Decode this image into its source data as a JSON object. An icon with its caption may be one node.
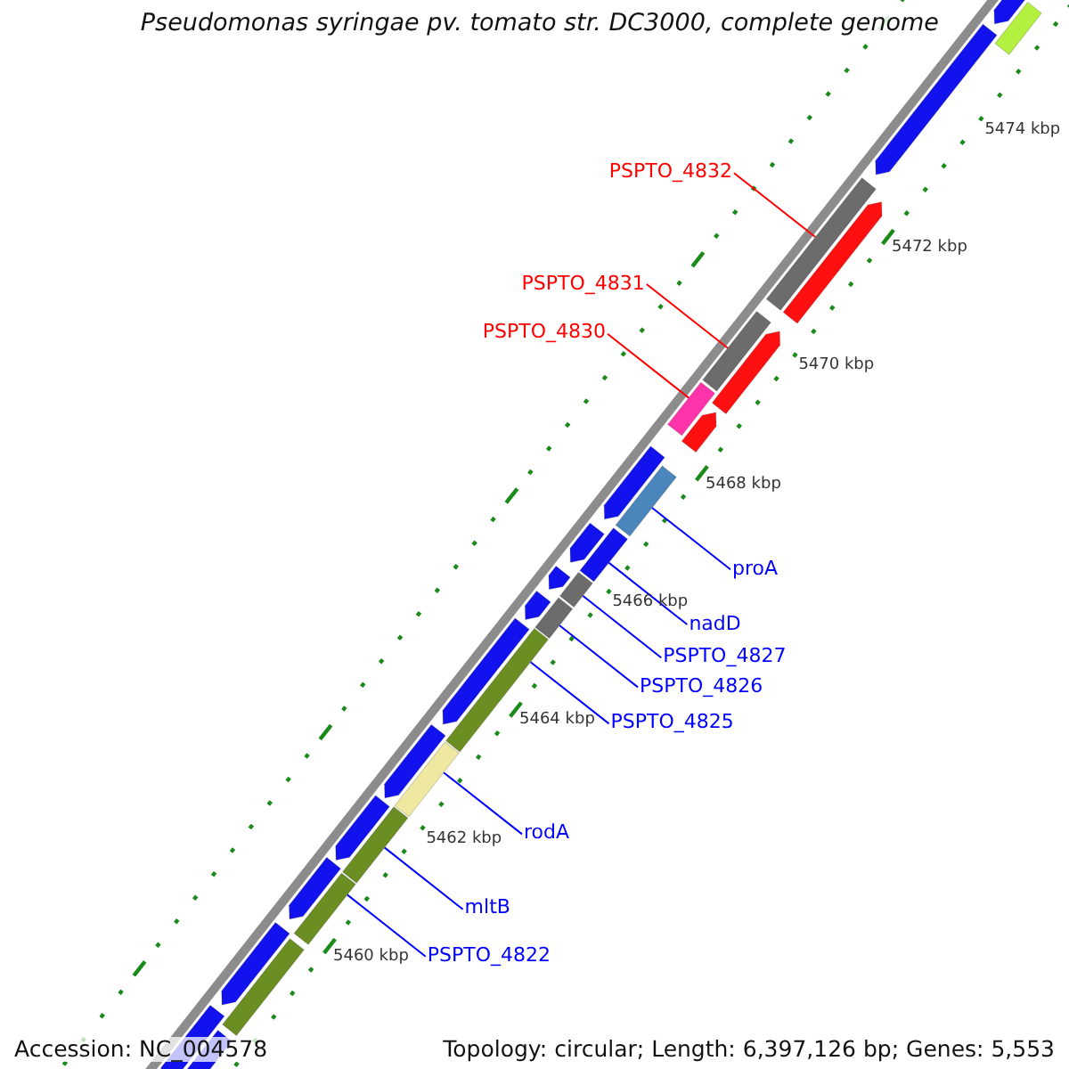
{
  "diagram": {
    "title": "Pseudomonas syringae pv. tomato str. DC3000, complete genome",
    "nodes": [
      {
        "text": [
          "PSPTO_4832"
        ]
      },
      {
        "text": [],
        "shape": "bar"
      },
      {
        "text": [
          "PSPTO_4831"
        ]
      },
      {
        "text": [],
        "shape": "bar"
      },
      {
        "text": [
          "PSPTO_4830"
        ]
      },
      {
        "text": [],
        "shape": "bar"
      },
      {
        "text": [
          "proA"
        ]
      },
      {
        "text": [],
        "shape": "bar"
      },
      {
        "text": [
          "nadD"
        ]
      },
      {
        "text": [],
        "shape": "bar"
      },
      {
        "text": [
          "PSPTO_4827"
        ]
      },
      {
        "text": [],
        "shape": "bar"
      },
      {
        "text": [
          "PSPTO_4826"
        ]
      },
      {
        "text": [],
        "shape": "bar"
      },
      {
        "text": [
          "PSPTO_4825"
        ]
      },
      {
        "text": [],
        "shape": "bar"
      },
      {
        "text": [
          "rodA"
        ]
      },
      {
        "text": [],
        "shape": "bar"
      },
      {
        "text": [
          "mltB"
        ]
      },
      {
        "text": [],
        "shape": "bar"
      },
      {
        "text": [
          "PSPTO_4822"
        ]
      },
      {
        "text": [],
        "shape": "bar"
      }
    ],
    "edges": [
      {
        "from": 0,
        "to": 1,
        "arrow": "none",
        "color": "#ff0000"
      },
      {
        "from": 2,
        "to": 3,
        "arrow": "none",
        "color": "#ff0000"
      },
      {
        "from": 4,
        "to": 5,
        "arrow": "none",
        "color": "#ff0000"
      },
      {
        "from": 6,
        "to": 7,
        "arrow": "none"
      },
      {
        "from": 8,
        "to": 9,
        "arrow": "none"
      },
      {
        "from": 10,
        "to": 11,
        "arrow": "none"
      },
      {
        "from": 12,
        "to": 13,
        "arrow": "none"
      },
      {
        "from": 14,
        "to": 15,
        "arrow": "none"
      },
      {
        "from": 16,
        "to": 17,
        "arrow": "none"
      },
      {
        "from": 18,
        "to": 19,
        "arrow": "none"
      },
      {
        "from": 20,
        "to": 21,
        "arrow": "none"
      }
    ],
    "labels": [
      "5474 kbp",
      "5472 kbp",
      "5470 kbp",
      "5468 kbp",
      "5466 kbp",
      "5464 kbp",
      "5462 kbp",
      "5460 kbp",
      "Accession: NC_004578",
      "Topology: circular; Length: 6,397,126 bp; Genes: 5,553"
    ]
  }
}
